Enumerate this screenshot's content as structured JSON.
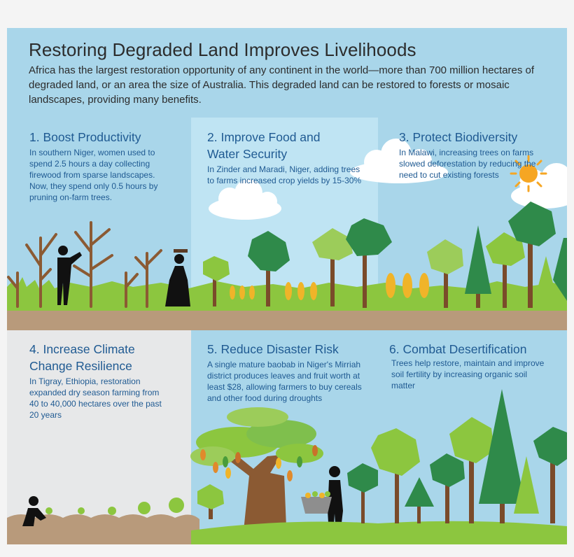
{
  "title": "Restoring Degraded Land Improves Livelihoods",
  "intro": "Africa has the largest restoration opportunity of any continent in the world—more than 700 million hectares of degraded land, or an area the size of Australia. This degraded land can be restored to forests or mosaic landscapes, providing many benefits.",
  "colors": {
    "sky": "#a9d6ea",
    "panel_mid_top": "#b8e0f0",
    "panel_gray": "#e7e8e9",
    "heading_blue": "#1f5a92",
    "soil": "#b89a7b",
    "grass": "#8cc63f",
    "tree_green": "#7fbf4d",
    "dark_green": "#2f8a4a",
    "trunk": "#7a4b2a",
    "sun": "#f6a623"
  },
  "panels": [
    {
      "heading": "1. Boost Productivity",
      "body": "In southern Niger, women used to spend 2.5 hours a day collecting firewood from sparse landscapes. Now, they spend only 0.5 hours by pruning on-farm trees."
    },
    {
      "heading": "2. Improve Food and Water Security",
      "body": "In Zinder and Maradi, Niger, adding trees to farms increased crop yields by 15-30%"
    },
    {
      "heading": "3. Protect Biodiversity",
      "body": "In Malawi, increasing trees on farms slowed deforestation by reducing the need to cut existing forests"
    },
    {
      "heading": "4. Increase Climate Change Resilience",
      "body": "In Tigray, Ethiopia, restoration expanded dry season farming from 40 to 40,000 hectares over the past 20 years"
    },
    {
      "heading": "5. Reduce Disaster Risk",
      "body": "A single mature baobab in Niger's Mirriah district produces leaves and fruit worth at least $28, allowing farmers to buy cereals and other food during droughts"
    },
    {
      "heading": "6. Combat Desertification",
      "body": "Trees help restore, maintain and improve soil fertility by increasing organic soil matter"
    }
  ],
  "icons": {
    "sun": "sun-icon",
    "cloud": "cloud-icon",
    "wheat": "wheat-icon",
    "person": "person-silhouette-icon"
  }
}
